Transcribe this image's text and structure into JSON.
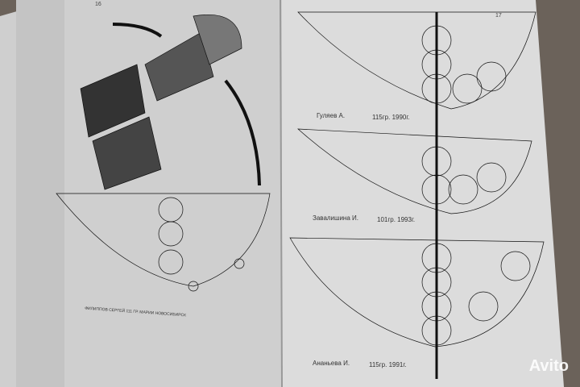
{
  "left_page": {
    "page_number": "16",
    "caption": "ФИЛИППОВ СЕРГЕЙ 111 ГР. МАРИИ НОВОСИБИРСК"
  },
  "right_page": {
    "page_number": "17",
    "entries": [
      {
        "name": "Гуляев А.",
        "group": "115гр. 1990г."
      },
      {
        "name": "Завалишина И.",
        "group": "101гр. 1993г."
      },
      {
        "name": "Ананьева И.",
        "group": "115гр. 1991г."
      }
    ]
  },
  "watermark": "Avito"
}
